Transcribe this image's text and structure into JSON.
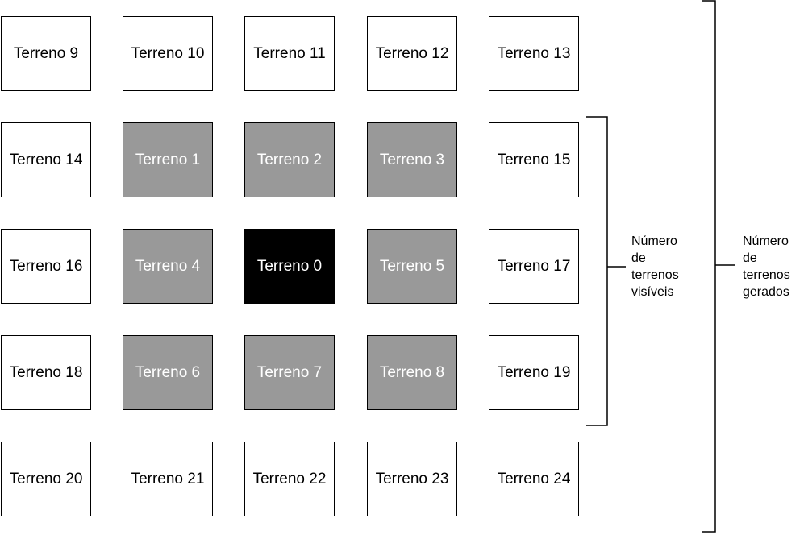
{
  "tiles": [
    [
      "Terreno 9",
      "Terreno 10",
      "Terreno 11",
      "Terreno 12",
      "Terreno 13"
    ],
    [
      "Terreno 14",
      "Terreno 1",
      "Terreno 2",
      "Terreno 3",
      "Terreno 15"
    ],
    [
      "Terreno 16",
      "Terreno 4",
      "Terreno 0",
      "Terreno 5",
      "Terreno 17"
    ],
    [
      "Terreno 18",
      "Terreno 6",
      "Terreno 7",
      "Terreno 8",
      "Terreno 19"
    ],
    [
      "Terreno 20",
      "Terreno 21",
      "Terreno 22",
      "Terreno 23",
      "Terreno 24"
    ]
  ],
  "labels": {
    "visible": [
      "Número",
      "de",
      "terrenos",
      "visíveis"
    ],
    "generated": [
      "Número",
      "de",
      "terrenos",
      "gerados"
    ]
  },
  "colors": {
    "generated_fill": "#ffffff",
    "visible_fill": "#999999",
    "current_fill": "#000000"
  }
}
